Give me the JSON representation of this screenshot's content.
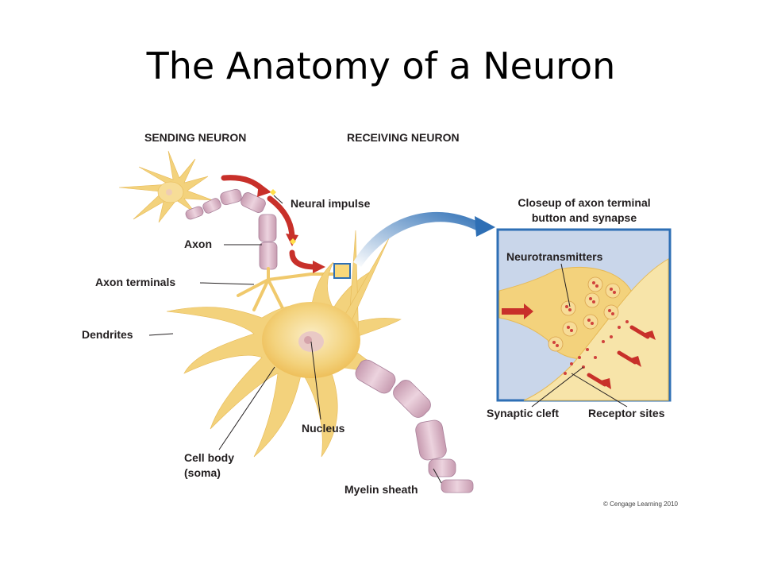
{
  "title": "The Anatomy of a Neuron",
  "headers": {
    "sending": "SENDING NEURON",
    "receiving": "RECEIVING NEURON",
    "closeup_line1": "Closeup of axon terminal",
    "closeup_line2": "button and synapse"
  },
  "labels": {
    "neural_impulse": "Neural impulse",
    "axon": "Axon",
    "axon_terminals": "Axon terminals",
    "dendrites": "Dendrites",
    "nucleus": "Nucleus",
    "cell_body_line1": "Cell body",
    "cell_body_line2": "(soma)",
    "myelin_sheath": "Myelin sheath",
    "neurotransmitters": "Neurotransmitters",
    "synaptic_cleft": "Synaptic cleft",
    "receptor_sites": "Receptor sites"
  },
  "copyright": "© Cengage Learning 2010",
  "colors": {
    "neuron": "#f3d27c",
    "neuron_light": "#f9e6b0",
    "myelin": "#d9b3c4",
    "impulse_arrow": "#c8302a",
    "closeup_border": "#2e6fb5",
    "closeup_bg": "#c9d6ea"
  }
}
